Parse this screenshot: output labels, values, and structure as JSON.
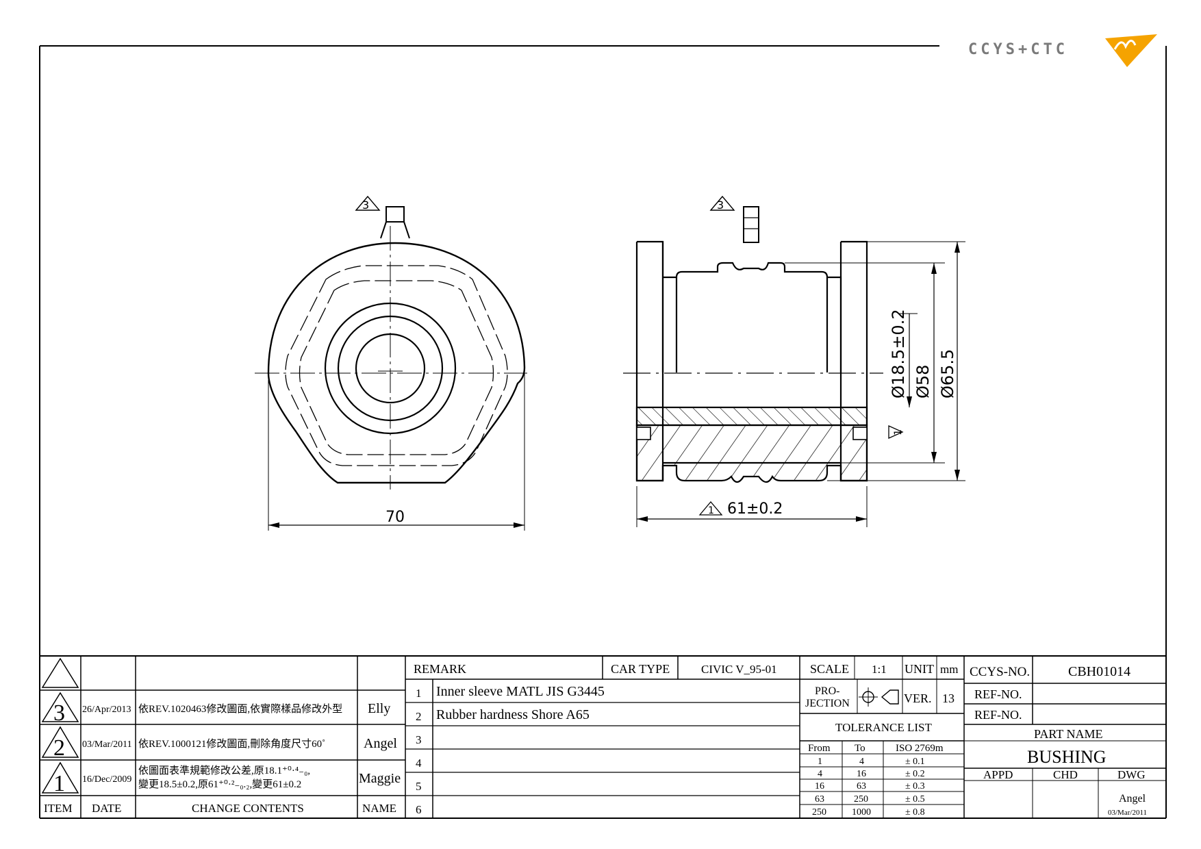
{
  "logo": {
    "text": "CCYS+CTC"
  },
  "front_view": {
    "revision_mark": "3",
    "dim_width": "70"
  },
  "side_view": {
    "revision_mark": "3",
    "dim_length": "61±0.2",
    "dim_length_mark": "1",
    "dim_inner": "Ø18.5±0.2",
    "dim_inner_mark": "1",
    "dim_mid": "Ø58",
    "dim_outer": "Ø65.5"
  },
  "revisions": {
    "headers": {
      "item": "ITEM",
      "date": "DATE",
      "contents": "CHANGE CONTENTS",
      "name": "NAME"
    },
    "rows": [
      {
        "item": "3",
        "date": "26/Apr/2013",
        "contents": "依REV.1020463修改圖面,依實際樣品修改外型",
        "name": "Elly"
      },
      {
        "item": "2",
        "date": "03/Mar/2011",
        "contents": "依REV.1000121修改圖面,刪除角度尺寸60˚",
        "name": "Angel"
      },
      {
        "item": "1",
        "date": "16/Dec/2009",
        "contents": "依圖面表準規範修改公差,原18.1⁺⁰·⁴₋₀,",
        "contents2": "變更18.5±0.2,原61⁺⁰·²₋₀.₂,變更61±0.2",
        "name": "Maggie"
      }
    ]
  },
  "remarks": {
    "header": "REMARK",
    "car_type_label": "CAR TYPE",
    "car_type_value": "CIVIC V_95-01",
    "rows": [
      {
        "no": "1",
        "text": "Inner sleeve MATL JIS G3445"
      },
      {
        "no": "2",
        "text": "Rubber hardness Shore A65"
      },
      {
        "no": "3",
        "text": ""
      },
      {
        "no": "4",
        "text": ""
      },
      {
        "no": "5",
        "text": ""
      },
      {
        "no": "6",
        "text": ""
      }
    ]
  },
  "specs": {
    "scale_label": "SCALE",
    "scale_value": "1:1",
    "unit_label": "UNIT",
    "unit_value": "mm",
    "projection_label_1": "PRO-",
    "projection_label_2": "JECTION",
    "ver_label": "VER.",
    "ver_value": "13",
    "tolerance_title": "TOLERANCE LIST",
    "tolerance_headers": {
      "from": "From",
      "to": "To",
      "std": "ISO 2769m"
    },
    "tolerance_rows": [
      {
        "from": "1",
        "to": "4",
        "tol": "± 0.1"
      },
      {
        "from": "4",
        "to": "16",
        "tol": "± 0.2"
      },
      {
        "from": "16",
        "to": "63",
        "tol": "± 0.3"
      },
      {
        "from": "63",
        "to": "250",
        "tol": "± 0.5"
      },
      {
        "from": "250",
        "to": "1000",
        "tol": "± 0.8"
      }
    ]
  },
  "title_block": {
    "ccys_no_label": "CCYS-NO.",
    "ccys_no_value": "CBH01014",
    "ref_no_label_1": "REF-NO.",
    "ref_no_value_1": "",
    "ref_no_label_2": "REF-NO.",
    "ref_no_value_2": "",
    "part_name_label": "PART NAME",
    "part_name_value": "BUSHING",
    "appd_label": "APPD",
    "chd_label": "CHD",
    "dwg_label": "DWG",
    "dwg_name": "Angel",
    "dwg_date": "03/Mar/2011"
  },
  "colors": {
    "logo_grey": "#7a7a7a",
    "logo_orange": "#f5a300",
    "line": "#000000"
  }
}
